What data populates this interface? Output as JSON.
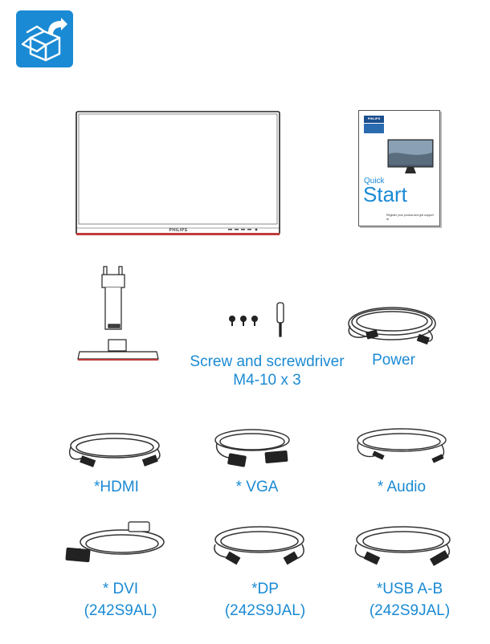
{
  "accent_color": "#1a8ad4",
  "icon": {
    "name": "box-unpack-icon"
  },
  "monitor": {
    "brand": "PHILIPS"
  },
  "quick_start": {
    "brand": "PHILIPS",
    "line1": "Quick",
    "line2": "Start",
    "footer": "Register your product and get support at"
  },
  "items": {
    "screws": {
      "line1": "Screw and screwdriver",
      "line2": "M4-10 x 3"
    },
    "power": {
      "label": "Power"
    },
    "hdmi": {
      "label": "*HDMI"
    },
    "vga": {
      "label": "* VGA"
    },
    "audio": {
      "label": "* Audio"
    },
    "dvi": {
      "line1": "* DVI",
      "line2": "(242S9AL)"
    },
    "dp": {
      "line1": "*DP",
      "line2": "(242S9JAL)"
    },
    "usb": {
      "line1": "*USB A-B",
      "line2": "(242S9JAL)"
    }
  }
}
